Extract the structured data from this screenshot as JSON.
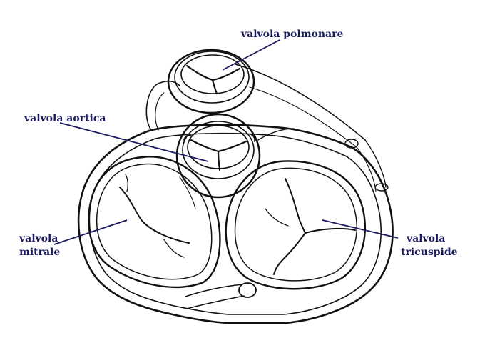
{
  "colors": {
    "label_text": "#1a1a5e",
    "leader_line": "#1a1a5e",
    "drawing_stroke": "#111111",
    "background": "#ffffff"
  },
  "labels": {
    "pulmonary_valve": "valvola polmonare",
    "aortic_valve": "valvola aortica",
    "mitral_valve": [
      "valvola",
      "mitrale"
    ],
    "tricuspid_valve": [
      "valvola",
      "tricuspide"
    ]
  }
}
